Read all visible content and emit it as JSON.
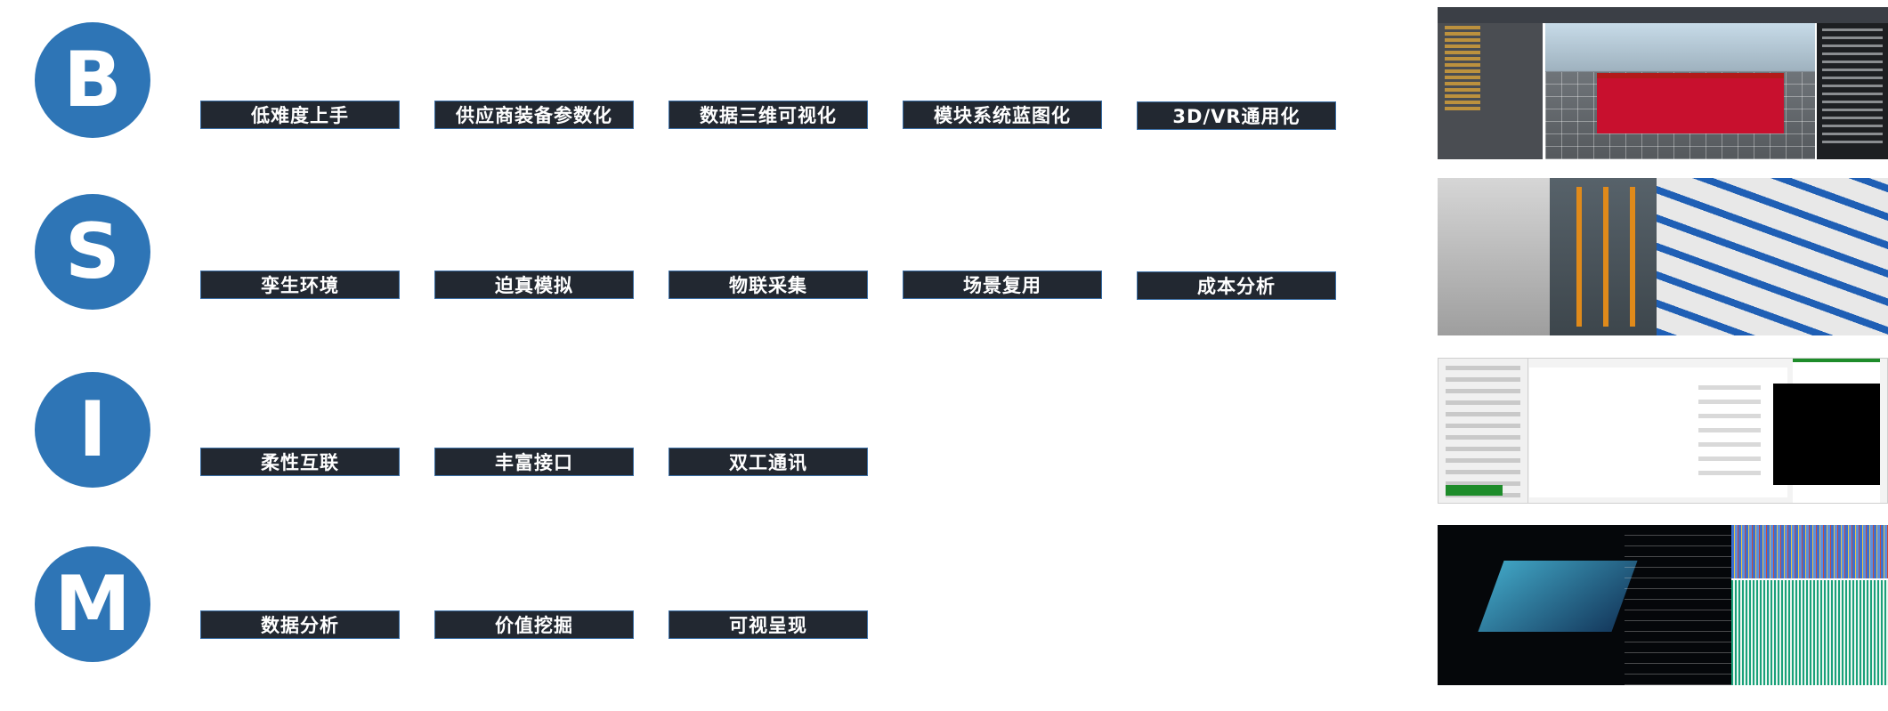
{
  "rows": [
    {
      "letter": "B",
      "tags": [
        "低难度上手",
        "供应商装备参数化",
        "数据三维可视化",
        "模块系统蓝图化",
        "3D/VR通用化"
      ]
    },
    {
      "letter": "S",
      "tags": [
        "孪生环境",
        "迫真模拟",
        "物联采集",
        "场景复用",
        "成本分析"
      ]
    },
    {
      "letter": "I",
      "tags": [
        "柔性互联",
        "丰富接口",
        "双工通讯"
      ]
    },
    {
      "letter": "M",
      "tags": [
        "数据分析",
        "价值挖掘",
        "可视呈现"
      ]
    }
  ],
  "colors": {
    "circle": "#2e75b6",
    "tag_bg": "#222831",
    "tag_border": "#3a6ea5",
    "tag_text": "#ffffff"
  }
}
